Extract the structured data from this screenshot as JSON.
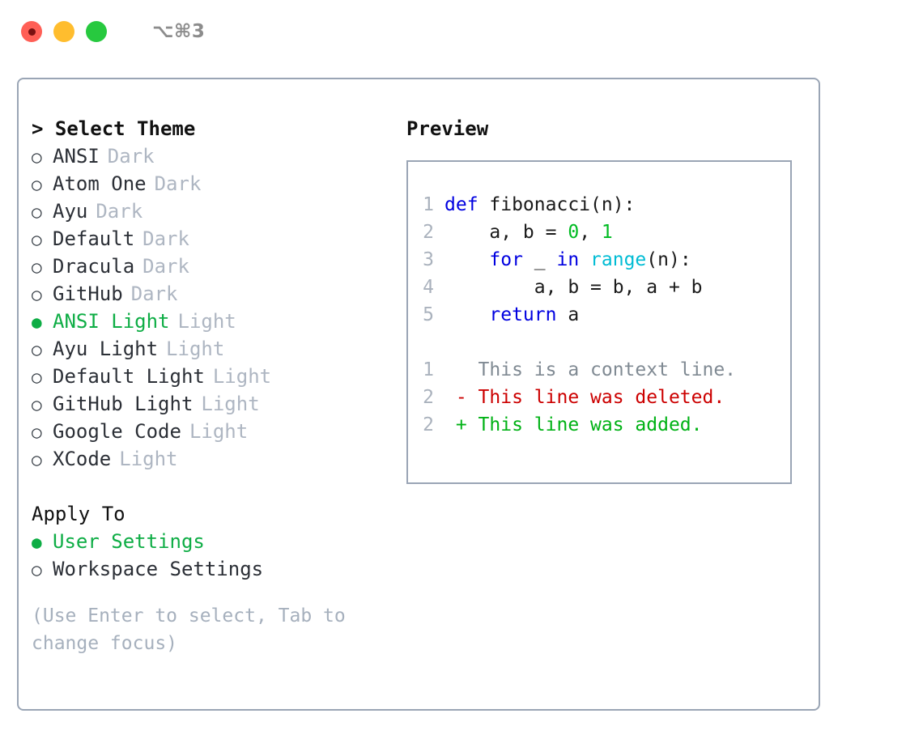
{
  "titlebar": {
    "dots": [
      {
        "name": "close-button",
        "color": "#ff5f56"
      },
      {
        "name": "minimize-button",
        "color": "#ffbd2e"
      },
      {
        "name": "maximize-button",
        "color": "#27c93f"
      }
    ],
    "shortcut": "⌥⌘3"
  },
  "theme_section": {
    "heading": "> Select Theme",
    "items": [
      {
        "bullet": "○",
        "label": "ANSI",
        "tag": "Dark",
        "selected": false
      },
      {
        "bullet": "○",
        "label": "Atom One",
        "tag": "Dark",
        "selected": false
      },
      {
        "bullet": "○",
        "label": "Ayu",
        "tag": "Dark",
        "selected": false
      },
      {
        "bullet": "○",
        "label": "Default",
        "tag": "Dark",
        "selected": false
      },
      {
        "bullet": "○",
        "label": "Dracula",
        "tag": "Dark",
        "selected": false
      },
      {
        "bullet": "○",
        "label": "GitHub",
        "tag": "Dark",
        "selected": false
      },
      {
        "bullet": "●",
        "label": "ANSI Light",
        "tag": "Light",
        "selected": true
      },
      {
        "bullet": "○",
        "label": "Ayu Light",
        "tag": "Light",
        "selected": false
      },
      {
        "bullet": "○",
        "label": "Default Light",
        "tag": "Light",
        "selected": false
      },
      {
        "bullet": "○",
        "label": "GitHub Light",
        "tag": "Light",
        "selected": false
      },
      {
        "bullet": "○",
        "label": "Google Code",
        "tag": "Light",
        "selected": false
      },
      {
        "bullet": "○",
        "label": "XCode",
        "tag": "Light",
        "selected": false
      }
    ]
  },
  "apply_section": {
    "heading": "Apply To",
    "items": [
      {
        "bullet": "●",
        "label": "User Settings",
        "tag": "",
        "selected": true
      },
      {
        "bullet": "○",
        "label": "Workspace Settings",
        "tag": "",
        "selected": false
      }
    ]
  },
  "hint": "(Use Enter to select, Tab to change focus)",
  "preview": {
    "title": "Preview",
    "code_lines": [
      {
        "no": "1",
        "tokens": [
          {
            "t": "def",
            "c": "kw"
          },
          {
            "t": " fibonacci(n):",
            "c": "txt"
          }
        ]
      },
      {
        "no": "2",
        "tokens": [
          {
            "t": "    a, b = ",
            "c": "txt"
          },
          {
            "t": "0",
            "c": "num"
          },
          {
            "t": ", ",
            "c": "txt"
          },
          {
            "t": "1",
            "c": "num"
          }
        ]
      },
      {
        "no": "3",
        "tokens": [
          {
            "t": "    ",
            "c": "txt"
          },
          {
            "t": "for",
            "c": "kw"
          },
          {
            "t": " _ ",
            "c": "txt"
          },
          {
            "t": "in",
            "c": "kw"
          },
          {
            "t": " ",
            "c": "txt"
          },
          {
            "t": "range",
            "c": "fn"
          },
          {
            "t": "(n):",
            "c": "txt"
          }
        ]
      },
      {
        "no": "4",
        "tokens": [
          {
            "t": "        a, b = b, a + b",
            "c": "txt"
          }
        ]
      },
      {
        "no": "5",
        "tokens": [
          {
            "t": "    ",
            "c": "txt"
          },
          {
            "t": "return",
            "c": "kw"
          },
          {
            "t": " a",
            "c": "txt"
          }
        ]
      },
      {
        "no": "",
        "tokens": []
      },
      {
        "no": "1",
        "tokens": [
          {
            "t": "   This is a context line.",
            "c": "ctx"
          }
        ]
      },
      {
        "no": "2",
        "tokens": [
          {
            "t": " - This line was deleted.",
            "c": "del"
          }
        ]
      },
      {
        "no": "2",
        "tokens": [
          {
            "t": " + This line was added.",
            "c": "add"
          }
        ]
      }
    ]
  }
}
